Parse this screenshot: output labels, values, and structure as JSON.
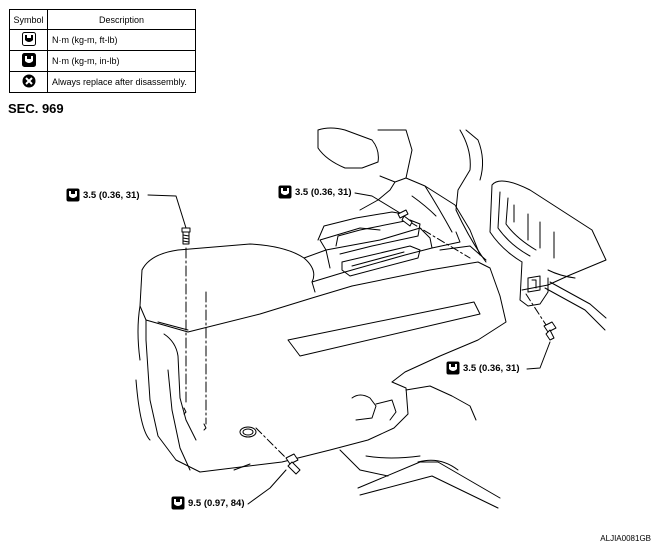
{
  "legend": {
    "header_symbol": "Symbol",
    "header_description": "Description",
    "rows": [
      {
        "icon": "torque-wrench-icon",
        "description": "N·m (kg-m, ft-lb)"
      },
      {
        "icon": "torque-wrench-icon",
        "description": "N·m (kg-m, in-lb)"
      },
      {
        "icon": "always-replace-icon",
        "description": "Always replace after disassembly."
      }
    ]
  },
  "section": "SEC. 969",
  "callouts": [
    {
      "id": "top-left",
      "icon": "torque-wrench-icon",
      "value": "3.5 (0.36, 31)"
    },
    {
      "id": "top-center",
      "icon": "torque-wrench-icon",
      "value": "3.5 (0.36, 31)"
    },
    {
      "id": "right",
      "icon": "torque-wrench-icon",
      "value": "3.5 (0.36, 31)"
    },
    {
      "id": "bottom",
      "icon": "torque-wrench-icon",
      "value": "9.5 (0.97, 84)"
    }
  ],
  "figure_id": "ALJIA0081GB",
  "colors": {
    "line": "#000000",
    "background": "#ffffff"
  }
}
